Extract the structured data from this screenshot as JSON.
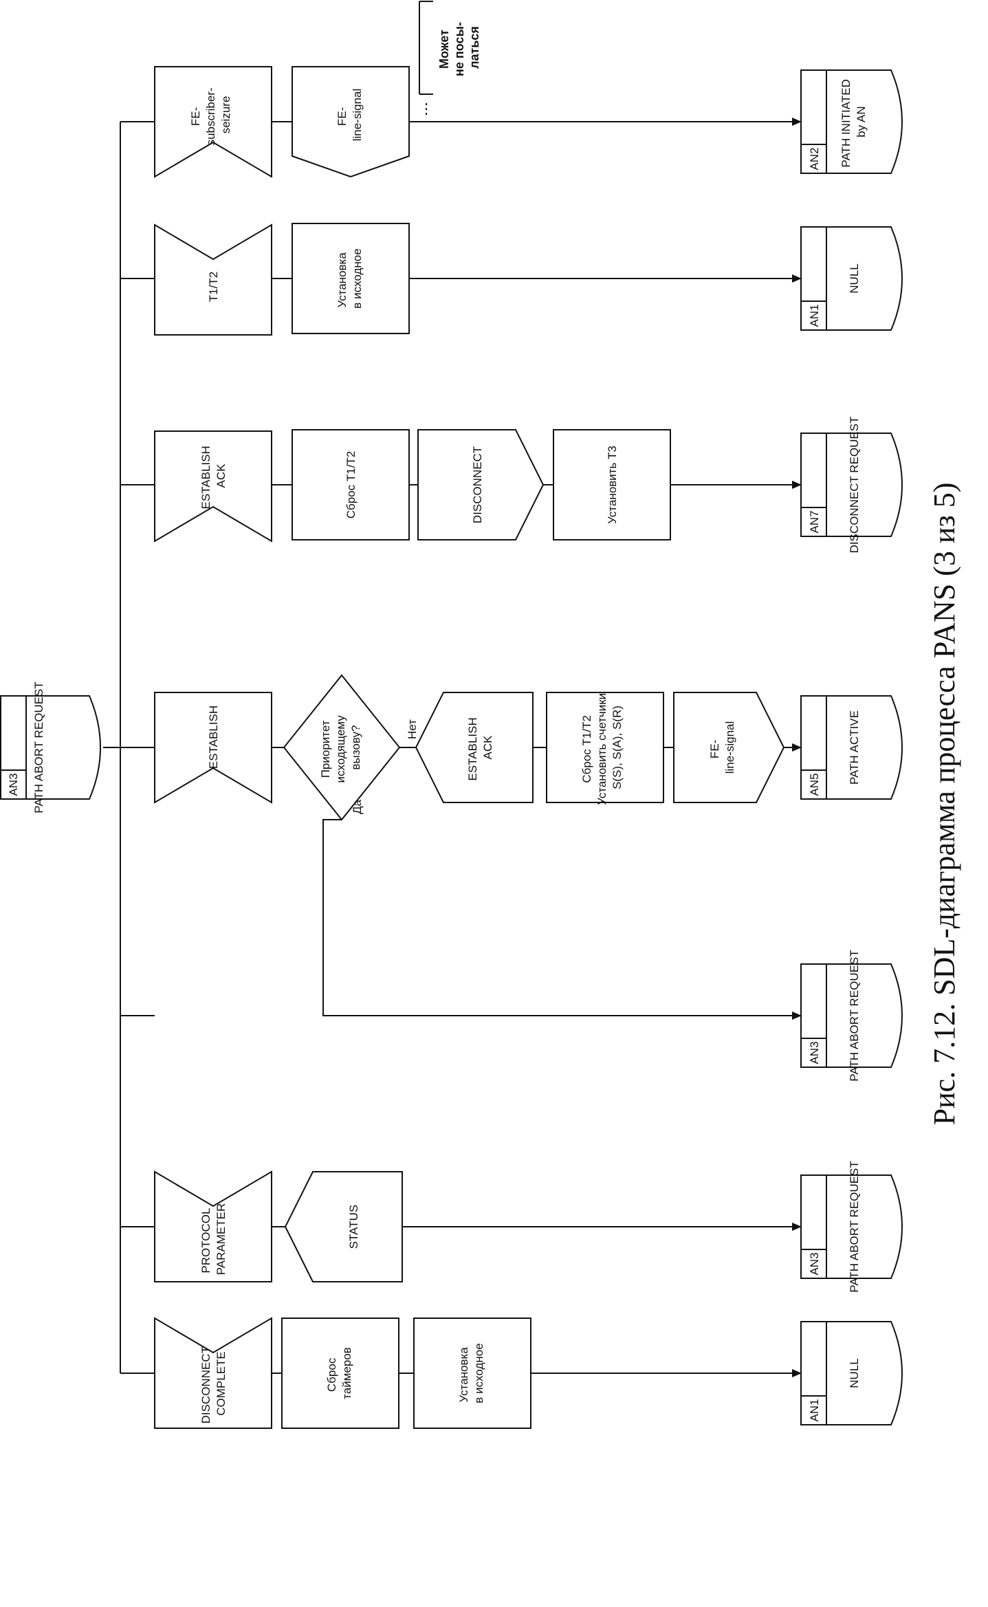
{
  "caption": "Рис. 7.12. SDL-диаграмма процесса PANS (3 из 5)",
  "start_state": {
    "code": "AN3",
    "name": "PATH ABORT REQUEST"
  },
  "note": [
    "Может",
    "не посы-",
    "латься"
  ],
  "branches": [
    {
      "id": "b1",
      "input": [
        "FE-",
        "subscriber-",
        "seizure"
      ],
      "steps": [
        [
          "FE-",
          "line-signal"
        ]
      ],
      "state_code": "AN2",
      "state_name": [
        "PATH INITIATED",
        "by AN"
      ]
    },
    {
      "id": "b2",
      "input": [
        "T1/T2"
      ],
      "steps": [
        [
          "Установка",
          "в исходное"
        ]
      ],
      "state_code": "AN1",
      "state_name": [
        "NULL"
      ]
    },
    {
      "id": "b3",
      "input": [
        "ESTABLISH",
        "ACK"
      ],
      "steps": [
        [
          "Сброс T1/T2"
        ],
        [
          "DISCONNECT"
        ],
        [
          "Установить T3"
        ]
      ],
      "state_code": "AN7",
      "state_name": [
        "DISCONNECT REQUEST"
      ]
    },
    {
      "id": "b4",
      "input": [
        "ESTABLISH"
      ],
      "decision": [
        "Приоритет",
        "исходящему",
        "вызову?"
      ],
      "yes_label": "Да",
      "no_label": "Нет",
      "steps": [
        [
          "ESTABLISH",
          "ACK"
        ],
        [
          "Сброс T1/T2",
          "Установить счетчики",
          "S(S), S(A), S(R)"
        ],
        [
          "FE-",
          "line-signal"
        ]
      ],
      "state_code": "AN5",
      "state_name": [
        "PATH ACTIVE"
      ]
    },
    {
      "id": "b5",
      "yes_state_code": "AN3",
      "yes_state_name": [
        "PATH ABORT REQUEST"
      ]
    },
    {
      "id": "b6",
      "input": [
        "PROTOCOL",
        "PARAMETER"
      ],
      "steps": [
        [
          "STATUS"
        ]
      ],
      "state_code": "AN3",
      "state_name": [
        "PATH ABORT REQUEST"
      ]
    },
    {
      "id": "b7",
      "input": [
        "DISCONNECT",
        "COMPLETE"
      ],
      "steps": [
        [
          "Сброс",
          "таймеров"
        ],
        [
          "Установка",
          "в исходное"
        ]
      ],
      "state_code": "AN1",
      "state_name": [
        "NULL"
      ]
    }
  ]
}
